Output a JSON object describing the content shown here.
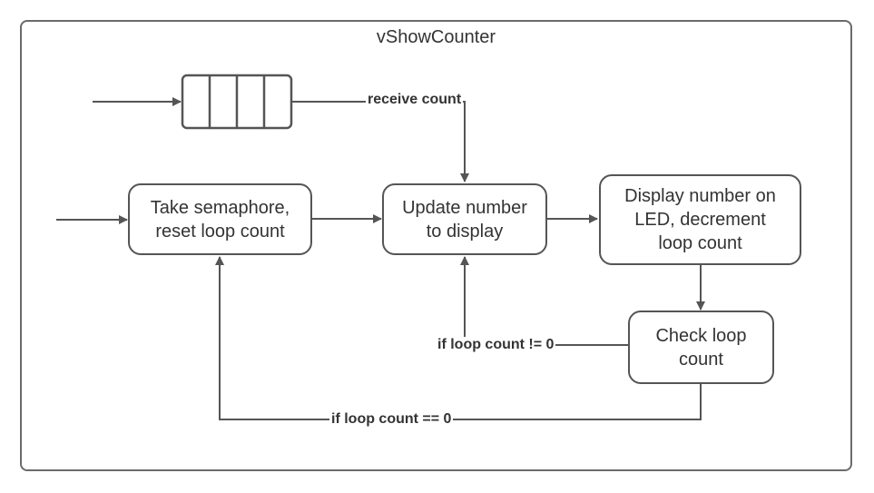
{
  "diagram": {
    "title": "vShowCounter",
    "nodes": {
      "take_semaphore": "Take semaphore,\nreset loop count",
      "update_number": "Update number\nto display",
      "display_number": "Display number on\nLED, decrement\nloop count",
      "check_loop": "Check loop\ncount"
    },
    "queue_slots": 4,
    "edge_labels": {
      "receive": "receive count",
      "not_zero": "if loop count != 0",
      "zero": "if loop count == 0"
    },
    "colors": {
      "line": "#555555",
      "frame": "#6b6b6b",
      "text": "#333333"
    }
  }
}
